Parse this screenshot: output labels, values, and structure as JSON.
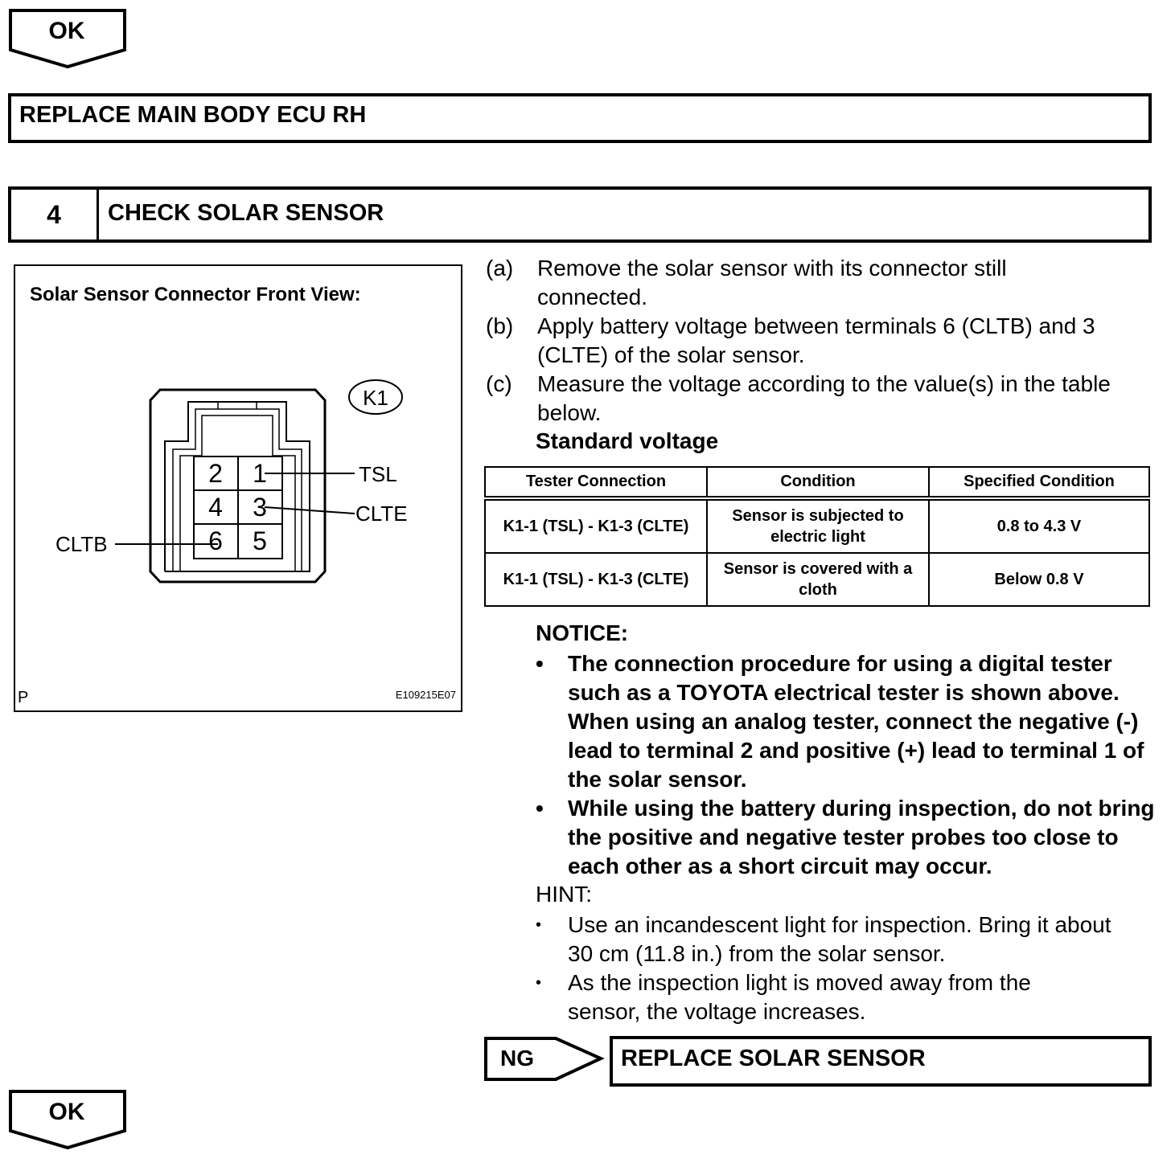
{
  "ok_top": {
    "label": "OK"
  },
  "replace_main": {
    "label": "REPLACE MAIN BODY ECU RH"
  },
  "step": {
    "number": "4",
    "title": "CHECK SOLAR SENSOR"
  },
  "figure": {
    "title": "Solar Sensor Connector Front View:",
    "connector_id": "K1",
    "pins": [
      "2",
      "1",
      "4",
      "3",
      "6",
      "5"
    ],
    "callouts": {
      "tsl": "TSL",
      "clte": "CLTE",
      "cltb": "CLTB"
    },
    "corner_mark": "P",
    "code": "E109215E07"
  },
  "instructions": [
    {
      "label": "(a)",
      "text": "Remove the solar sensor with its connector still connected."
    },
    {
      "label": "(b)",
      "text": "Apply battery voltage between terminals 6 (CLTB) and 3 (CLTE) of the solar sensor."
    },
    {
      "label": "(c)",
      "text": "Measure the voltage according to the value(s) in the table below."
    }
  ],
  "standard_voltage": "Standard voltage",
  "table": {
    "headers": [
      "Tester Connection",
      "Condition",
      "Specified Condition"
    ],
    "rows": [
      [
        "K1-1 (TSL) - K1-3 (CLTE)",
        "Sensor is subjected to electric light",
        "0.8 to 4.3 V"
      ],
      [
        "K1-1 (TSL) - K1-3 (CLTE)",
        "Sensor is covered with a cloth",
        "Below 0.8 V"
      ]
    ]
  },
  "notice": {
    "title": "NOTICE:",
    "items": [
      "The connection procedure for using a digital tester such as a TOYOTA electrical tester is shown above. When using an analog tester, connect the negative (-) lead to terminal 2 and positive (+) lead to terminal 1 of the solar sensor.",
      "While using the battery during inspection, do not bring the positive and negative tester probes too close to each other as a short circuit may occur."
    ]
  },
  "hint": {
    "title": "HINT:",
    "items": [
      "Use an incandescent light for inspection. Bring it about 30 cm (11.8 in.) from the solar sensor.",
      "As the inspection light is moved away from the sensor, the voltage increases."
    ]
  },
  "ng": {
    "label": "NG",
    "action": "REPLACE SOLAR SENSOR"
  },
  "ok_bottom": {
    "label": "OK"
  }
}
